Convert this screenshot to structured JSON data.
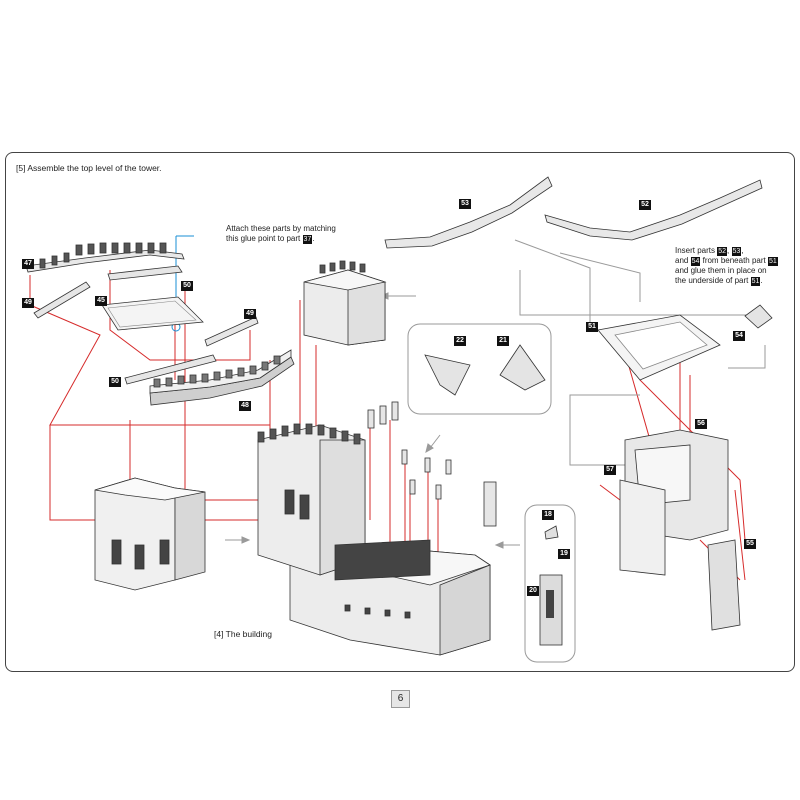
{
  "step": {
    "title": "[5] Assemble the top level of the tower."
  },
  "notes": {
    "attach_line1": "Attach these parts by matching",
    "attach_line2_prefix": "this glue point to part ",
    "attach_ref": "37",
    "attach_suffix": ".",
    "insert_line1_prefix": "Insert parts ",
    "insert_ref1": "52",
    "insert_sep1": ", ",
    "insert_ref2": "53",
    "insert_sep2": ",",
    "insert_line2_prefix": "and ",
    "insert_ref3": "54",
    "insert_line2_mid": " from beneath part ",
    "insert_ref4": "51",
    "insert_line3": "and glue them in place on",
    "insert_line4_prefix": "the underside of part ",
    "insert_ref5": "51",
    "insert_suffix": "."
  },
  "captions": {
    "building": "[4] The building"
  },
  "part_labels": {
    "p47": "47",
    "p49a": "49",
    "p45": "45",
    "p50a": "50",
    "p49b": "49",
    "p50b": "50",
    "p48": "48",
    "p53": "53",
    "p52": "52",
    "p51": "51",
    "p54": "54",
    "p22": "22",
    "p21": "21",
    "p56": "56",
    "p57": "57",
    "p55": "55",
    "p18": "18",
    "p19": "19",
    "p20": "20"
  },
  "page": {
    "number": "6"
  },
  "colors": {
    "guide_red": "#d62b2b",
    "guide_gray": "#9a9a9a",
    "callout_blue": "#1a8fd6",
    "wall_light": "#f2f2f2",
    "wall_shade": "#d4d4d4",
    "outline": "#333333"
  }
}
